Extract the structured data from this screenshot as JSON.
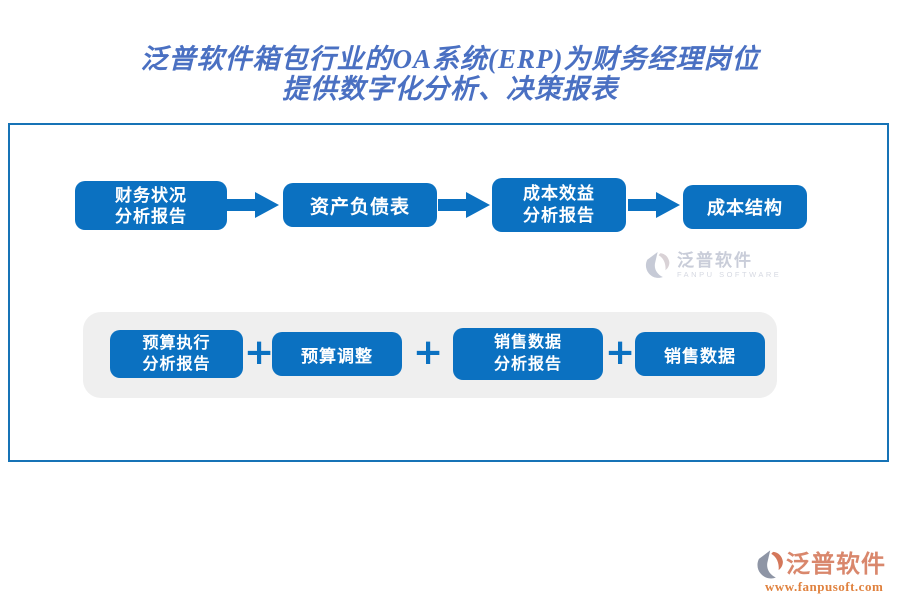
{
  "title": {
    "line1": "泛普软件箱包行业的OA系统(ERP)为财务经理岗位",
    "line2": "提供数字化分析、决策报表"
  },
  "colors": {
    "title_blue": "#4a70c2",
    "box_blue": "#0b71c1",
    "frame_border_blue": "#1673b6",
    "panel_gray": "#efefef",
    "watermark_gray": "#c9cdd9",
    "footer_brand_coral": "#d9876c",
    "footer_url_orange": "#e0823f"
  },
  "flow_row": {
    "boxes": [
      {
        "lines": [
          "财务状况",
          "分析报告"
        ]
      },
      {
        "lines": [
          "资产负债表"
        ]
      },
      {
        "lines": [
          "成本效益",
          "分析报告"
        ]
      },
      {
        "lines": [
          "成本结构"
        ]
      }
    ],
    "connector_icon": "arrow-right-icon"
  },
  "sum_row": {
    "plus": "+",
    "boxes": [
      {
        "lines": [
          "预算执行",
          "分析报告"
        ]
      },
      {
        "lines": [
          "预算调整"
        ]
      },
      {
        "lines": [
          "销售数据",
          "分析报告"
        ]
      },
      {
        "lines": [
          "销售数据"
        ]
      }
    ]
  },
  "watermark": {
    "brand": "泛普软件",
    "subtitle": "FANPU SOFTWARE"
  },
  "footer": {
    "brand": "泛普软件",
    "url": "www.fanpusoft.com"
  }
}
